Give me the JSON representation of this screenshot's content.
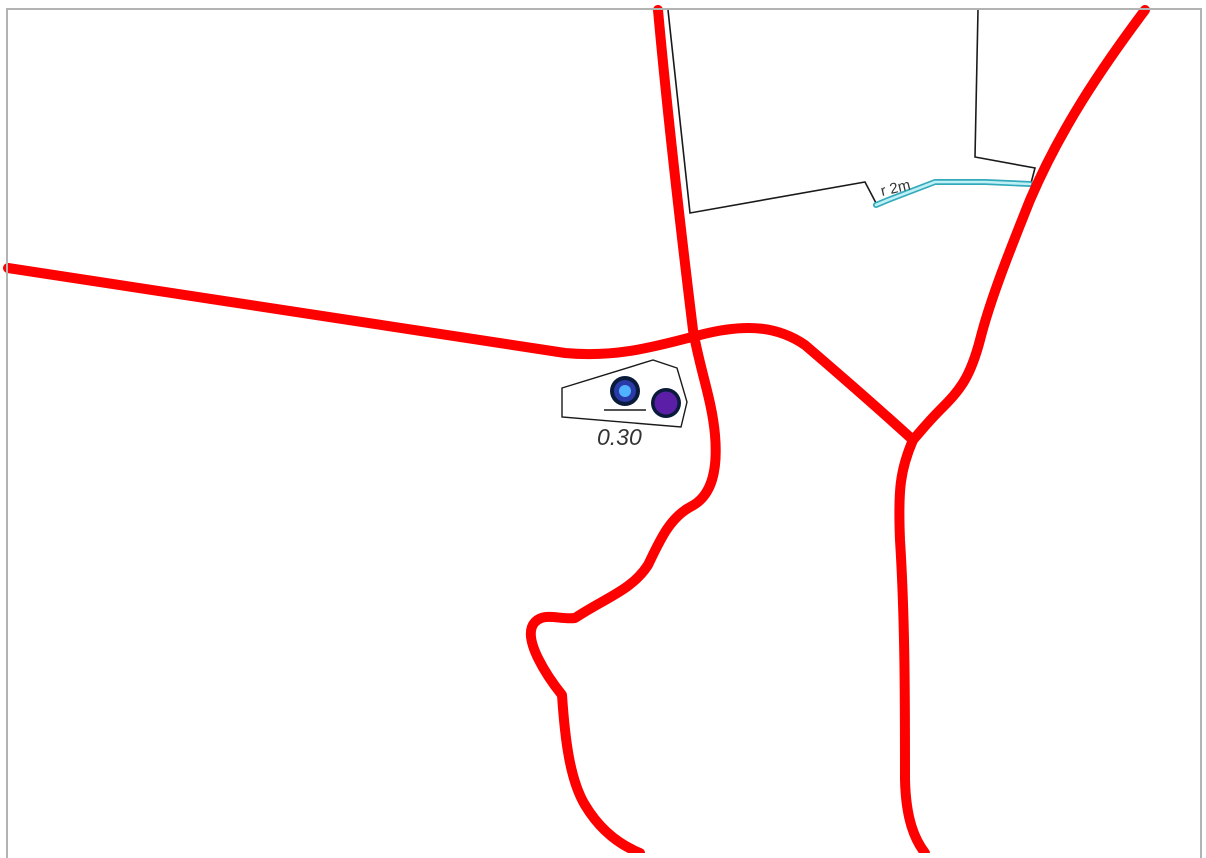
{
  "map": {
    "labels": {
      "ditch_width": "r 2m",
      "elevation": "0.30"
    },
    "colors": {
      "road": "#ff0000",
      "boundary": "#1a1a1a",
      "watercourse_outline": "#33aabb",
      "watercourse_fill": "#bff0f5",
      "marker_outline": "#0a1a3a",
      "marker_dark": "#5a1fa6",
      "marker_blue": "#2a3aa8",
      "marker_light": "#4fb3ff",
      "label_text": "#333333",
      "frame": "#b3b3b3",
      "background": "#ffffff"
    },
    "features": {
      "roads": "road-network",
      "boundaries": "parcel-boundary",
      "water": "ditch",
      "points": "survey-markers"
    }
  }
}
